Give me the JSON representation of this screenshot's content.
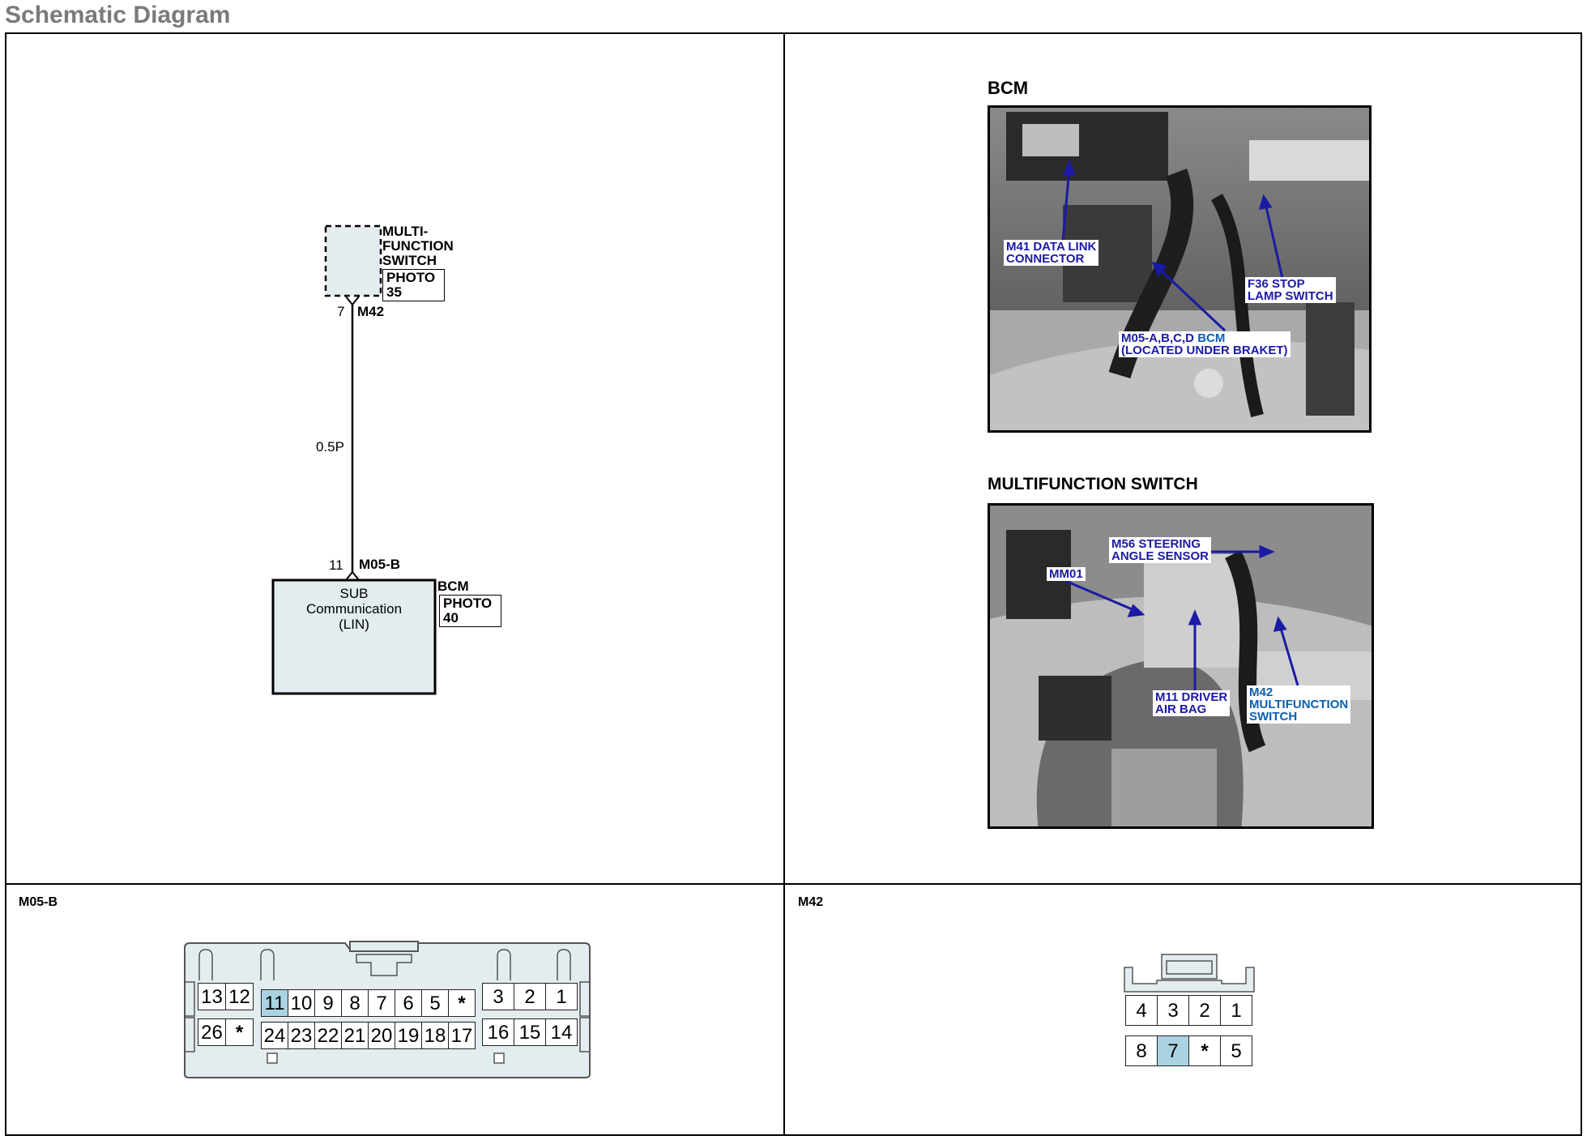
{
  "page": {
    "heading": "Schematic Diagram"
  },
  "schematic": {
    "mfs_name": "MULTI-\nFUNCTION\nSWITCH",
    "mfs_photo": "PHOTO\n35",
    "mfs_pin": "7",
    "mfs_connector": "M42",
    "wire_label": "0.5P",
    "bcm_pin": "11",
    "bcm_connector": "M05-B",
    "bcm_box_text": "SUB\nCommunication\n(LIN)",
    "bcm_name": "BCM",
    "bcm_photo": "PHOTO\n40"
  },
  "photos": {
    "bcm": {
      "title": "BCM",
      "callouts": {
        "m41": "M41 DATA LINK\nCONNECTOR",
        "f36": "F36 STOP\nLAMP SWITCH",
        "m05_prefix": "M05-A,B,C,D ",
        "m05_bcm": "BCM",
        "m05_located": "(LOCATED UNDER BRAKET)"
      }
    },
    "mfs": {
      "title": "MULTIFUNCTION SWITCH",
      "callouts": {
        "m56": "M56 STEERING\nANGLE SENSOR",
        "mm01": "MM01",
        "m11": "M11 DRIVER\nAIR BAG",
        "m42": "M42\nMULTIFUNCTION\nSWITCH"
      }
    }
  },
  "connectors": {
    "m05b": {
      "title": "M05-B",
      "top_row": [
        "13",
        "12",
        "11",
        "10",
        "9",
        "8",
        "7",
        "6",
        "5",
        "*",
        "3",
        "2",
        "1"
      ],
      "bottom_row": [
        "26",
        "*",
        "24",
        "23",
        "22",
        "21",
        "20",
        "19",
        "18",
        "17",
        "16",
        "15",
        "14"
      ],
      "highlighted": [
        "11"
      ]
    },
    "m42": {
      "title": "M42",
      "top_row": [
        "4",
        "3",
        "2",
        "1"
      ],
      "bottom_row": [
        "8",
        "7",
        "*",
        "5"
      ],
      "highlighted": [
        "7"
      ]
    }
  },
  "colors": {
    "highlight": "#a9d3e2",
    "component_fill": "#e3ecef",
    "callout_text": "#1a1aa6",
    "heading_gray": "#7a7a7a"
  }
}
